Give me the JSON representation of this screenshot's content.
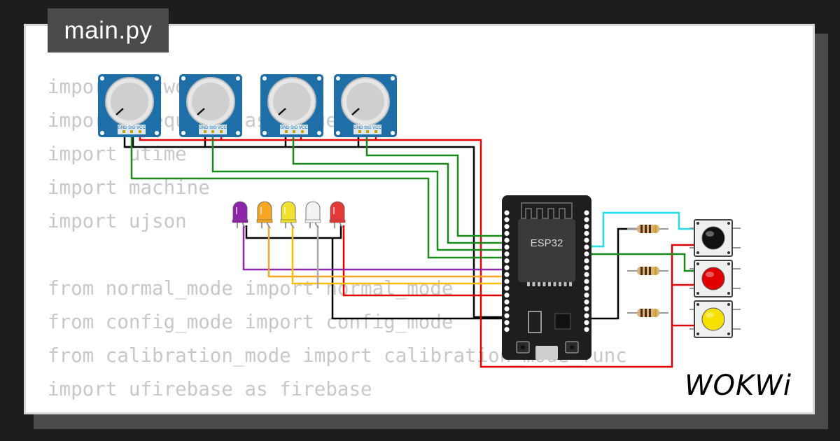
{
  "file_tab": {
    "label": "main.py"
  },
  "code_lines": [
    "import network",
    "import urequests as requests",
    "import utime",
    "import machine",
    "import ujson",
    "",
    "from normal_mode import normal_mode",
    "from config_mode import config_mode",
    "from calibration_mode import calibration_mode_func",
    "import ufirebase as firebase"
  ],
  "esp32": {
    "label": "ESP32"
  },
  "potentiometer": {
    "pin_labels": "GND SIG VCC"
  },
  "led_colors": [
    "#8e24aa",
    "#f5a623",
    "#f0e030",
    "#f2f2f2",
    "#e53935"
  ],
  "button_colors": [
    "#111111",
    "#e00000",
    "#f5e000"
  ],
  "brand": {
    "name": "WOKWi"
  }
}
